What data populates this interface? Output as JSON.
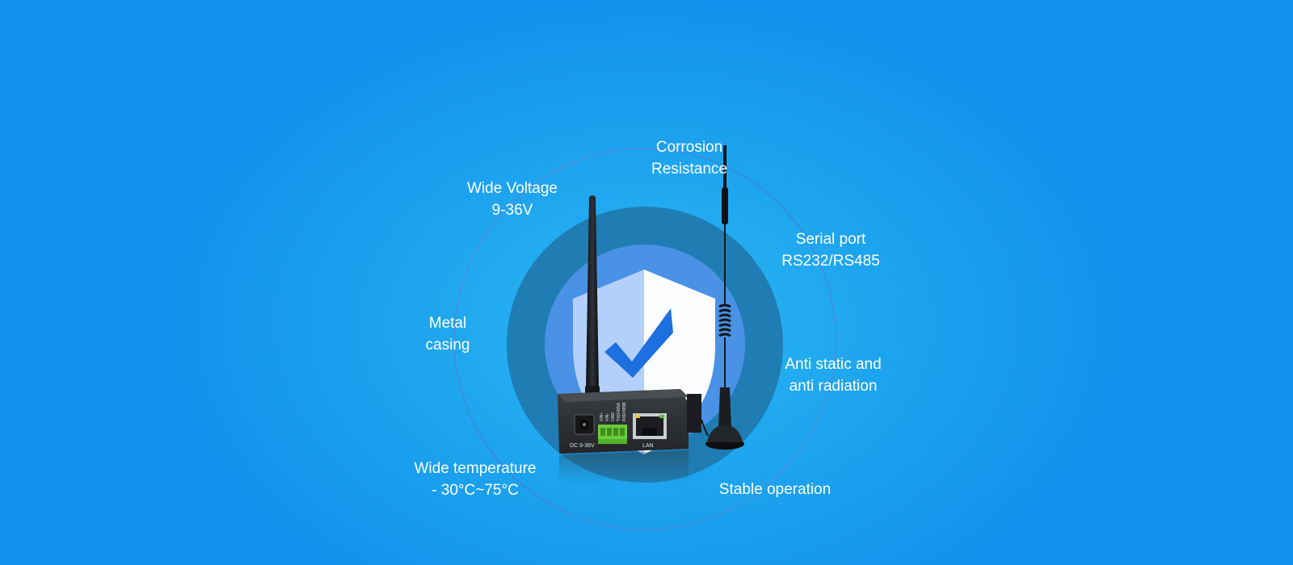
{
  "features": {
    "corrosion": {
      "line1": "Corrosion",
      "line2": "Resistance"
    },
    "wide_voltage": {
      "line1": "Wide Voltage",
      "line2": "9-36V"
    },
    "serial_port": {
      "line1": "Serial port",
      "line2": "RS232/RS485"
    },
    "metal_casing": {
      "line1": "Metal",
      "line2": "casing"
    },
    "anti_static": {
      "line1": "Anti static and",
      "line2": "anti radiation"
    },
    "wide_temperature": {
      "line1": "Wide temperature",
      "line2": "- 30°C~75°C"
    },
    "stable_operation": {
      "line1": "Stable operation"
    }
  },
  "device": {
    "power_port_label": "DC 9-36V",
    "lan_port_label": "LAN",
    "terminal_labels": [
      "RXD/485B",
      "TXD/485A",
      "GND",
      "VIN-",
      "VIN+"
    ]
  },
  "colors": {
    "background": "#1191ec",
    "outer_disc": "#1f7db3",
    "inner_disc": "#4a92e6",
    "shield_left": "#b3cffb",
    "shield_right": "#fbfdff",
    "check": "#1e6fe0"
  }
}
